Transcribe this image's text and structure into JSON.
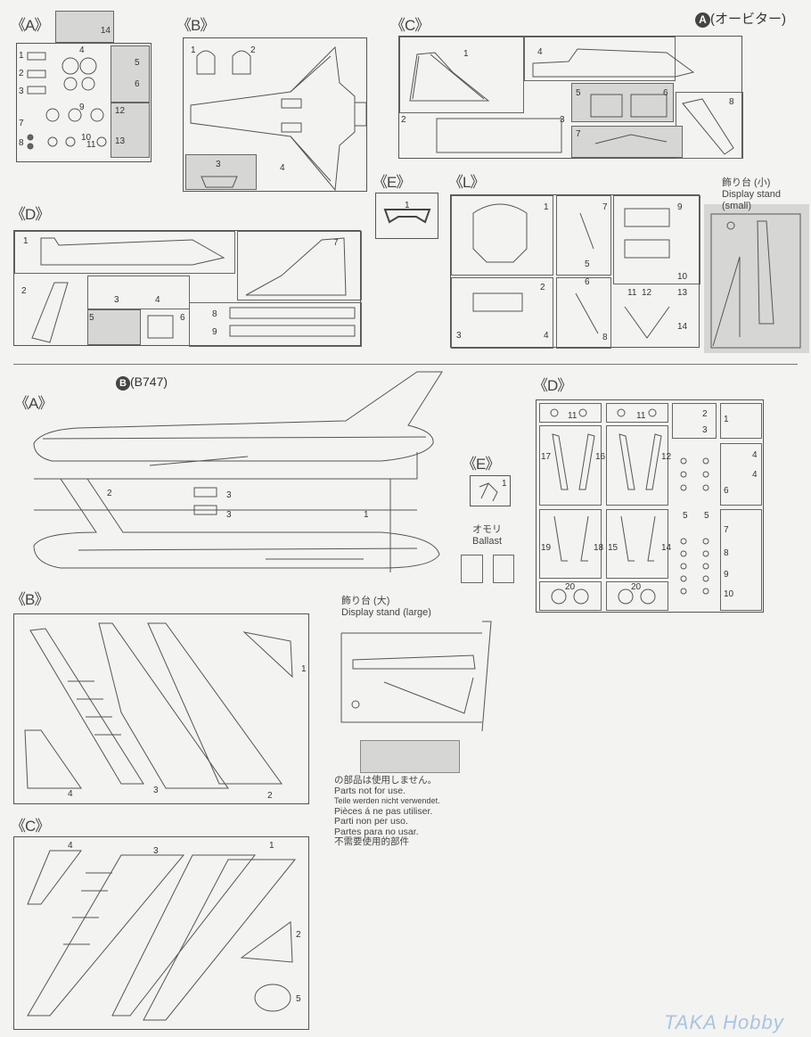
{
  "header": {
    "orbiter_title": "(オービター)",
    "orbiter_badge": "A",
    "b747_badge": "B",
    "b747_title": "(B747)"
  },
  "orbiter": {
    "A": {
      "label": "《A》",
      "parts": [
        "14",
        "1",
        "2",
        "3",
        "4",
        "5",
        "6",
        "7",
        "8",
        "9",
        "10",
        "11",
        "12",
        "13"
      ]
    },
    "B": {
      "label": "《B》",
      "parts": [
        "1",
        "2",
        "3",
        "4"
      ]
    },
    "C": {
      "label": "《C》",
      "parts": [
        "1",
        "2",
        "3",
        "4",
        "5",
        "6",
        "7",
        "8"
      ]
    },
    "D": {
      "label": "《D》",
      "parts": [
        "1",
        "2",
        "3",
        "4",
        "5",
        "6",
        "7",
        "8",
        "9"
      ]
    },
    "E": {
      "label": "《E》",
      "parts": [
        "1"
      ]
    },
    "L": {
      "label": "《L》",
      "parts": [
        "1",
        "2",
        "3",
        "4",
        "5",
        "6",
        "7",
        "8",
        "9",
        "10",
        "11",
        "12",
        "13",
        "14"
      ]
    },
    "stand_small": {
      "jp": "飾り台 (小)",
      "en": "Display stand (small)"
    }
  },
  "b747": {
    "A": {
      "label": "《A》",
      "parts": [
        "1",
        "2",
        "3",
        "3"
      ]
    },
    "B": {
      "label": "《B》",
      "parts": [
        "1",
        "2",
        "3",
        "4"
      ]
    },
    "C": {
      "label": "《C》",
      "parts": [
        "1",
        "2",
        "3",
        "4",
        "5"
      ]
    },
    "D": {
      "label": "《D》",
      "parts": [
        "11",
        "11",
        "1",
        "2",
        "3",
        "17",
        "16",
        "12",
        "4",
        "4",
        "6",
        "5",
        "5",
        "7",
        "8",
        "9",
        "10",
        "19",
        "18",
        "15",
        "14",
        "20",
        "20"
      ]
    },
    "E": {
      "label": "《E》",
      "parts": [
        "1"
      ]
    },
    "ballast": {
      "jp": "オモリ",
      "en": "Ballast"
    },
    "stand_large": {
      "jp": "飾り台 (大)",
      "en": "Display stand (large)"
    }
  },
  "legend": {
    "lines": [
      "の部品は使用しません。",
      "Parts not for use.",
      "Teile werden nicht verwendet.",
      "Pièces á ne pas utiliser.",
      "Parti non per uso.",
      "Partes para no usar.",
      "不需要使用的部件"
    ],
    "gray_color": "#d6d6d4"
  },
  "watermark": "TAKA Hobby"
}
